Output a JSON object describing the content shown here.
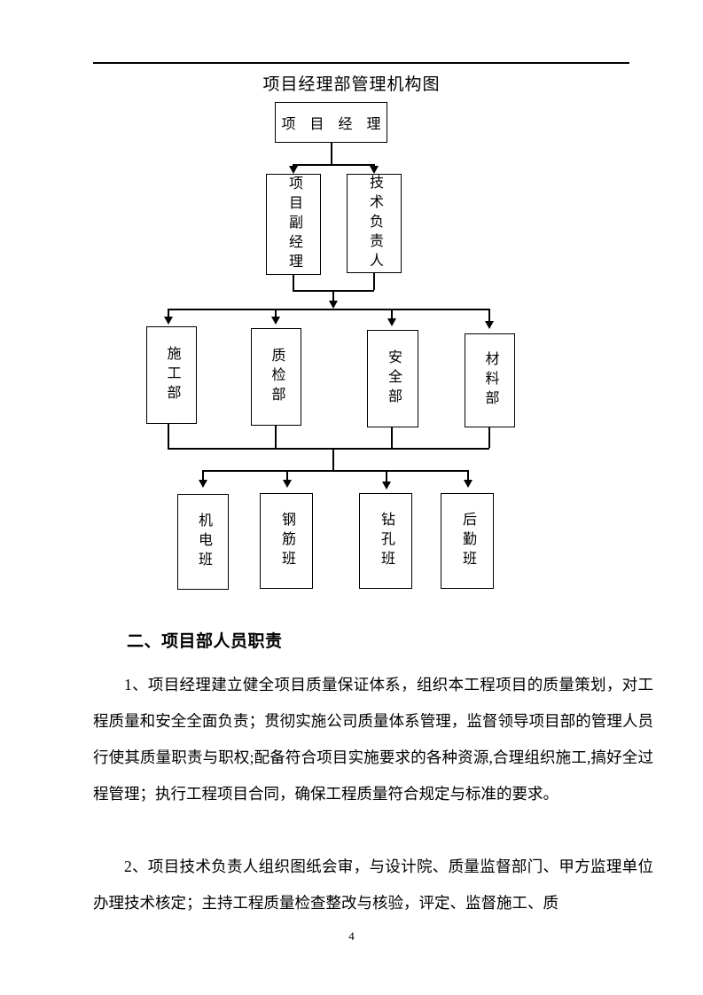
{
  "document": {
    "page_number": "4"
  },
  "chart": {
    "title": "项目经理部管理机构图",
    "levels": [
      {
        "name": "level-1",
        "nodes": [
          {
            "id": "project-manager",
            "label": "项 目 经 理",
            "orientation": "horizontal"
          }
        ]
      },
      {
        "name": "level-2",
        "nodes": [
          {
            "id": "deputy-project-manager",
            "label": "项目副经理",
            "orientation": "vertical"
          },
          {
            "id": "technical-director",
            "label": "技术负责人",
            "orientation": "vertical"
          }
        ]
      },
      {
        "name": "level-3",
        "nodes": [
          {
            "id": "construction-dept",
            "label": "施工部",
            "orientation": "vertical"
          },
          {
            "id": "quality-inspection-dept",
            "label": "质检部",
            "orientation": "vertical"
          },
          {
            "id": "safety-dept",
            "label": "安全部",
            "orientation": "vertical"
          },
          {
            "id": "materials-dept",
            "label": "材料部",
            "orientation": "vertical"
          }
        ]
      },
      {
        "name": "level-4",
        "nodes": [
          {
            "id": "electromechanical-team",
            "label": "机电班",
            "orientation": "vertical"
          },
          {
            "id": "rebar-team",
            "label": "钢筋班",
            "orientation": "vertical"
          },
          {
            "id": "drilling-team",
            "label": "钻孔班",
            "orientation": "vertical"
          },
          {
            "id": "logistics-team",
            "label": "后勤班",
            "orientation": "vertical"
          }
        ]
      }
    ]
  },
  "body": {
    "heading": "二、项目部人员职责",
    "paragraphs": [
      "1、项目经理建立健全项目质量保证体系，组织本工程项目的质量策划，对工程质量和安全全面负责；贯彻实施公司质量体系管理，监督领导项目部的管理人员行使其质量职责与职权;配备符合项目实施要求的各种资源,合理组织施工,搞好全过程管理；执行工程项目合同，确保工程质量符合规定与标准的要求。",
      "2、项目技术负责人组织图纸会审，与设计院、质量监督部门、甲方监理单位办理技术核定；主持工程质量检查整改与核验，评定、监督施工、质"
    ]
  }
}
